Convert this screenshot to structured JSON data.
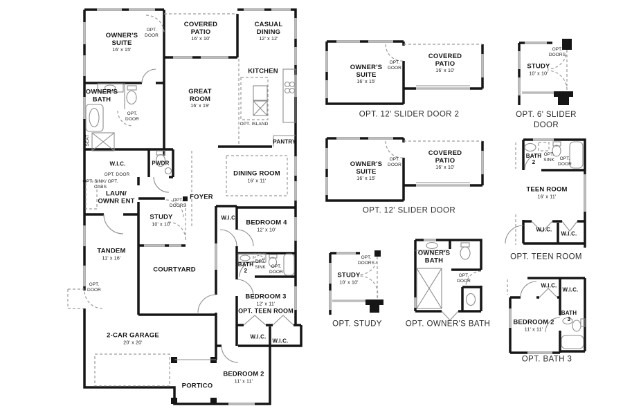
{
  "main": {
    "owners_suite": {
      "name": "OWNER'S SUITE",
      "dims": "16' x 15'"
    },
    "covered_patio": {
      "name": "COVERED PATIO",
      "dims": "16' x 10'"
    },
    "casual_dining": {
      "name": "CASUAL DINING",
      "dims": "12' x 12'"
    },
    "kitchen": {
      "name": "KITCHEN"
    },
    "great_room": {
      "name": "GREAT ROOM",
      "dims": "16' x 19'"
    },
    "owners_bath": {
      "name": "OWNER'S BATH"
    },
    "pwdr": {
      "name": "PWDR"
    },
    "laun": {
      "name": "LAUN/ OWNR ENT"
    },
    "pantry": {
      "name": "PANTRY"
    },
    "dining_room": {
      "name": "DINING ROOM",
      "dims": "16' x 11'"
    },
    "foyer": {
      "name": "FOYER"
    },
    "study": {
      "name": "STUDY",
      "dims": "10' x 10'"
    },
    "bedroom4": {
      "name": "BEDROOM 4",
      "dims": "12' x 10'"
    },
    "tandem": {
      "name": "TANDEM",
      "dims": "11' x 16'"
    },
    "courtyard": {
      "name": "COURTYARD"
    },
    "bath2": {
      "name": "BATH 2"
    },
    "bedroom3": {
      "name": "BEDROOM 3",
      "dims": "12' x 11'",
      "note": "OPT. TEEN ROOM"
    },
    "garage": {
      "name": "2-CAR GARAGE",
      "dims": "20' x 20'"
    },
    "portico": {
      "name": "PORTICO"
    },
    "bedroom2": {
      "name": "BEDROOM 2",
      "dims": "11' x 11'"
    }
  },
  "ann": {
    "opt_door": "OPT. DOOR",
    "opt_doors": "OPT. DOORS",
    "opt_island": "OPT. ISLAND",
    "opt_sink": "OPT. SINK",
    "opt_sink_cabs": "OPT. SINK/ OPT. CABS",
    "seat": "SEAT",
    "wic": "W.I.C."
  },
  "options": {
    "slider_door_2": {
      "caption": "OPT. 12' SLIDER DOOR 2",
      "owners_suite": {
        "name": "OWNER'S SUITE",
        "dims": "16' x 15'"
      },
      "covered_patio": {
        "name": "COVERED PATIO",
        "dims": "16' x 10'"
      }
    },
    "slider_door_6": {
      "caption": "OPT. 6' SLIDER DOOR",
      "study": {
        "name": "STUDY",
        "dims": "10' x 10'"
      }
    },
    "slider_door_12": {
      "caption": "OPT. 12' SLIDER DOOR",
      "owners_suite": {
        "name": "OWNER'S SUITE",
        "dims": "16' x 15'"
      },
      "covered_patio": {
        "name": "COVERED PATIO",
        "dims": "16' x 10'"
      }
    },
    "teen_room": {
      "caption": "OPT. TEEN ROOM",
      "bath2": {
        "name": "BATH 2"
      },
      "teen_room": {
        "name": "TEEN ROOM",
        "dims": "16' x 11'"
      }
    },
    "study": {
      "caption": "OPT. STUDY",
      "study": {
        "name": "STUDY",
        "dims": "10' x 10'"
      }
    },
    "owners_bath": {
      "caption": "OPT. OWNER'S BATH",
      "owners_bath": {
        "name": "OWNER'S BATH"
      }
    },
    "bath3": {
      "caption": "OPT. BATH 3",
      "bedroom2": {
        "name": "BEDROOM 2",
        "dims": "11' x 11'"
      },
      "bath3": {
        "name": "BATH 3"
      }
    }
  }
}
